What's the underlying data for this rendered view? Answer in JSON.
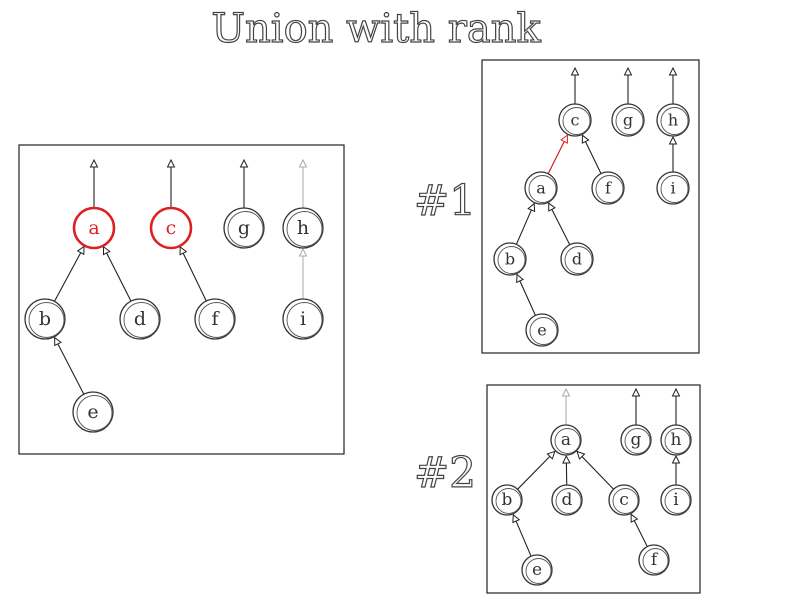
{
  "title": "Union with rank",
  "panel_labels": {
    "first": "#1",
    "second": "#2"
  },
  "colors": {
    "highlight": "#e02020",
    "ink": "#333333"
  },
  "before": {
    "nodes": [
      {
        "id": "a",
        "label": "a",
        "highlight": true
      },
      {
        "id": "c",
        "label": "c",
        "highlight": true
      },
      {
        "id": "g",
        "label": "g"
      },
      {
        "id": "h",
        "label": "h"
      },
      {
        "id": "b",
        "label": "b"
      },
      {
        "id": "d",
        "label": "d"
      },
      {
        "id": "f",
        "label": "f"
      },
      {
        "id": "i",
        "label": "i"
      },
      {
        "id": "e",
        "label": "e"
      }
    ],
    "edges": [
      [
        "b",
        "a"
      ],
      [
        "d",
        "a"
      ],
      [
        "f",
        "c"
      ],
      [
        "i",
        "h"
      ],
      [
        "e",
        "b"
      ]
    ],
    "roots": [
      "a",
      "c",
      "g",
      "h"
    ]
  },
  "result_1": {
    "nodes": [
      {
        "id": "c",
        "label": "c"
      },
      {
        "id": "g",
        "label": "g"
      },
      {
        "id": "h",
        "label": "h"
      },
      {
        "id": "a",
        "label": "a"
      },
      {
        "id": "f",
        "label": "f"
      },
      {
        "id": "i",
        "label": "i"
      },
      {
        "id": "b",
        "label": "b"
      },
      {
        "id": "d",
        "label": "d"
      },
      {
        "id": "e",
        "label": "e"
      }
    ],
    "edges": [
      [
        "a",
        "c",
        "red"
      ],
      [
        "f",
        "c"
      ],
      [
        "i",
        "h"
      ],
      [
        "b",
        "a"
      ],
      [
        "d",
        "a"
      ],
      [
        "e",
        "b"
      ]
    ],
    "roots": [
      "c",
      "g",
      "h"
    ]
  },
  "result_2": {
    "nodes": [
      {
        "id": "a",
        "label": "a"
      },
      {
        "id": "g",
        "label": "g"
      },
      {
        "id": "h",
        "label": "h"
      },
      {
        "id": "b",
        "label": "b"
      },
      {
        "id": "d",
        "label": "d"
      },
      {
        "id": "c",
        "label": "c"
      },
      {
        "id": "i",
        "label": "i"
      },
      {
        "id": "e",
        "label": "e"
      },
      {
        "id": "f",
        "label": "f"
      }
    ],
    "edges": [
      [
        "b",
        "a"
      ],
      [
        "d",
        "a"
      ],
      [
        "c",
        "a"
      ],
      [
        "i",
        "h"
      ],
      [
        "e",
        "b"
      ],
      [
        "f",
        "c"
      ]
    ],
    "roots": [
      "a",
      "g",
      "h"
    ]
  }
}
